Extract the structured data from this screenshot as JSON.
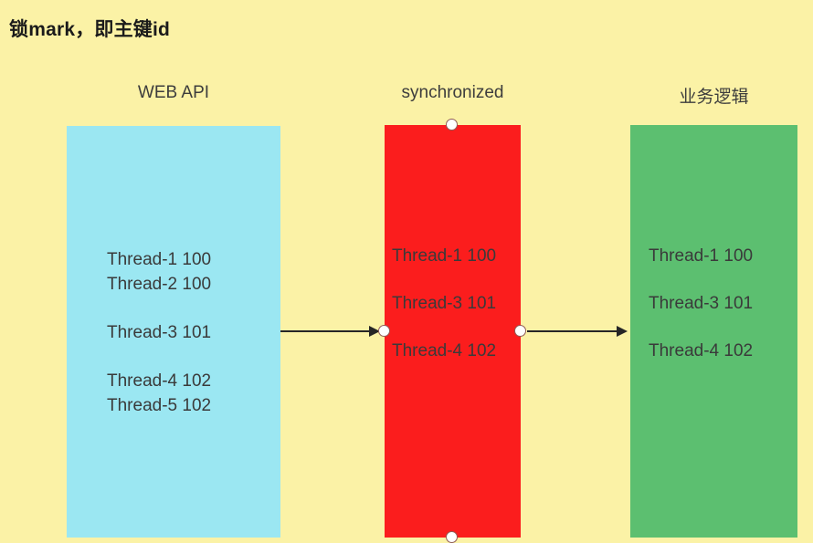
{
  "title": "锁mark，即主键id",
  "diagram": {
    "web_api": {
      "header": "WEB API",
      "lines": [
        "Thread-1 100",
        "Thread-2 100",
        "Thread-3 101",
        "Thread-4 102",
        "Thread-5 102"
      ]
    },
    "synchronized": {
      "header": "synchronized",
      "lines": [
        "Thread-1 100",
        "Thread-3 101",
        "Thread-4 102"
      ]
    },
    "business_logic": {
      "header": "业务逻辑",
      "lines": [
        "Thread-1 100",
        "Thread-3 101",
        "Thread-4 102"
      ]
    }
  },
  "colors": {
    "background": "#FBF2A6",
    "web_api_box": "#9BE7F2",
    "synchronized_box": "#FB1D1D",
    "business_logic_box": "#5CBF70",
    "arrow": "#262626",
    "connection_point_fill": "#FFFFFF",
    "connection_point_border": "#8F5C56"
  }
}
